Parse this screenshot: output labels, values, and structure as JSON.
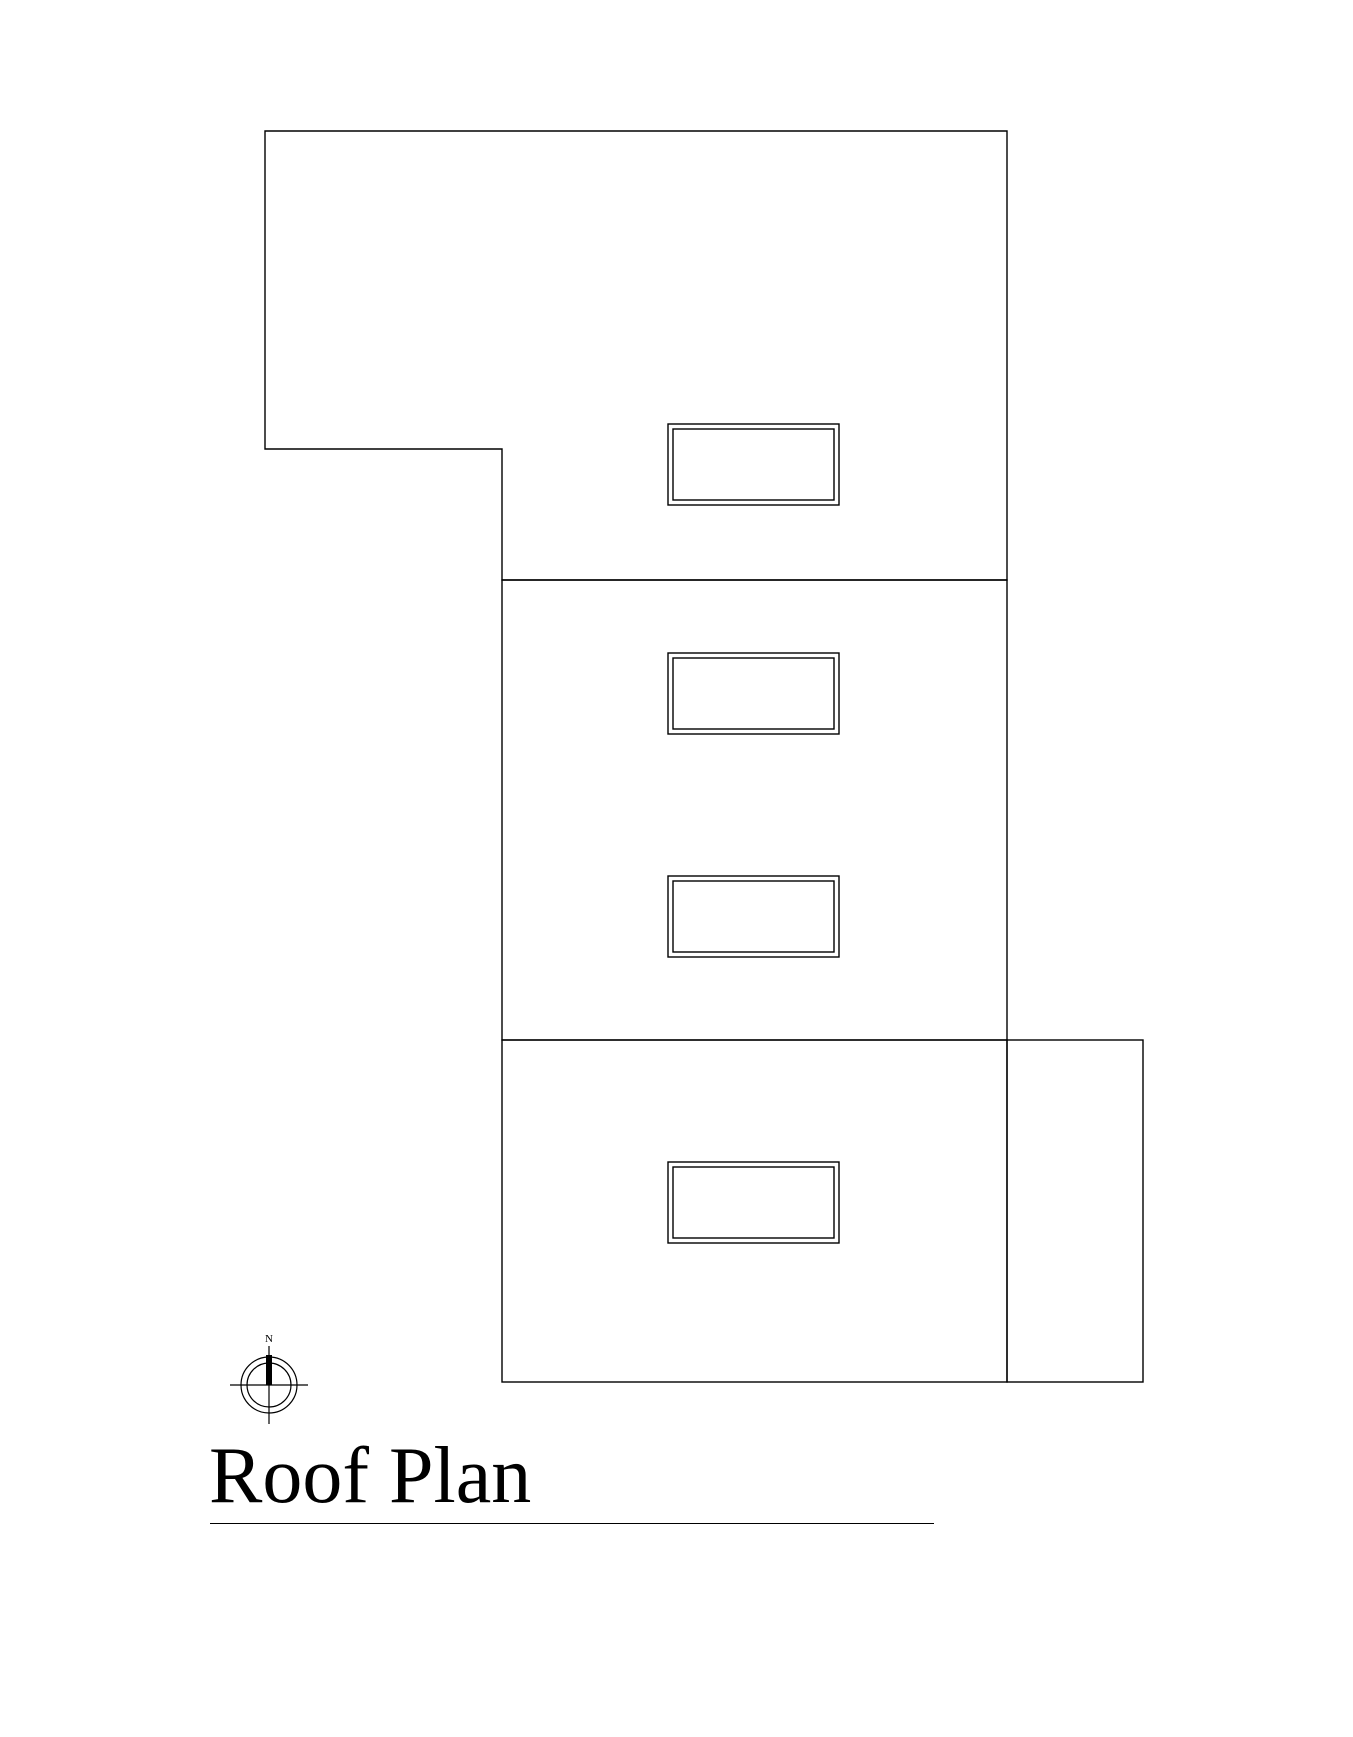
{
  "drawing": {
    "title": "Roof Plan",
    "line_color": "#000000",
    "background_color": "#ffffff"
  },
  "north_arrow": {
    "label": "N"
  },
  "skylights": {
    "count": 4
  }
}
